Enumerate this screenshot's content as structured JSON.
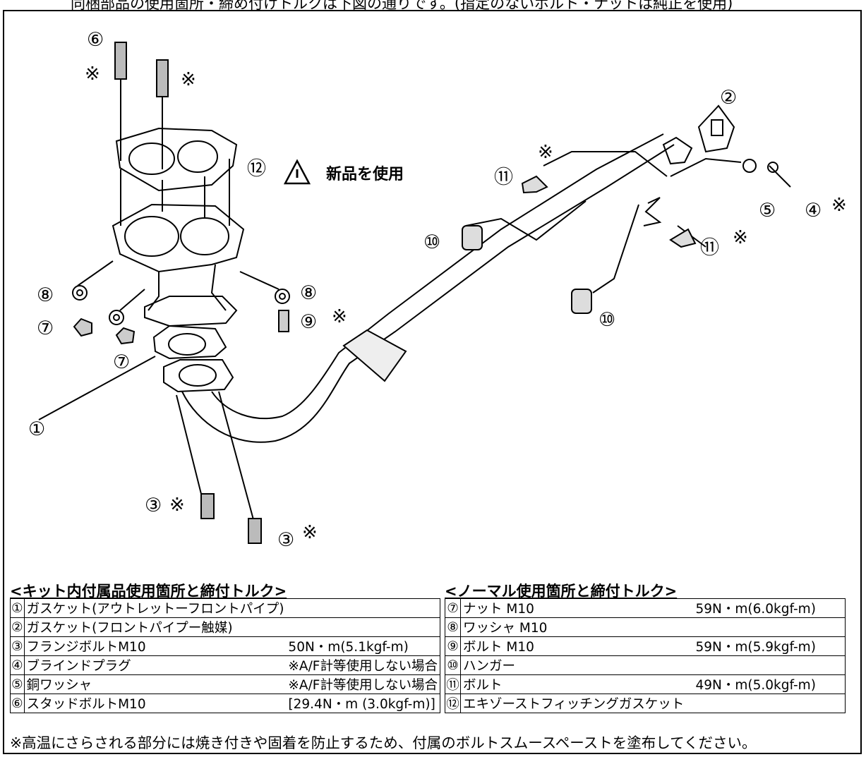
{
  "header": {
    "text": "同梱部品の使用箇所・締め付けトルクは下図の通りです。(指定のないボルト・ナットは純正を使用)"
  },
  "diagram": {
    "callouts": {
      "c1": "①",
      "c2": "②",
      "c3a": "③",
      "c3b": "③",
      "c4": "④",
      "c5": "⑤",
      "c6": "⑥",
      "c7a": "⑦",
      "c7b": "⑦",
      "c8a": "⑧",
      "c8b": "⑧",
      "c9": "⑨",
      "c10a": "⑩",
      "c10b": "⑩",
      "c11a": "⑪",
      "c11b": "⑪",
      "c12": "⑫"
    },
    "mark": "※",
    "new_part_notice": "新品を使用"
  },
  "kit_table": {
    "title": "<キット内付属品使用箇所と締付トルク>",
    "rows": [
      {
        "no": "①",
        "name": "ガスケット(アウトレットーフロントパイプ)",
        "spec": ""
      },
      {
        "no": "②",
        "name": "ガスケット(フロントパイプー触媒)",
        "spec": ""
      },
      {
        "no": "③",
        "name": "フランジボルトM10",
        "spec": "50N・m(5.1kgf-m)"
      },
      {
        "no": "④",
        "name": "ブラインドプラグ",
        "spec": "※A/F計等使用しない場合"
      },
      {
        "no": "⑤",
        "name": "銅ワッシャ",
        "spec": "※A/F計等使用しない場合"
      },
      {
        "no": "⑥",
        "name": "スタッドボルトM10",
        "spec": "[29.4N・m (3.0kgf-m)]"
      }
    ]
  },
  "normal_table": {
    "title": "<ノーマル使用箇所と締付トルク>",
    "rows": [
      {
        "no": "⑦",
        "name": "ナット M10",
        "spec": "59N・m(6.0kgf-m)"
      },
      {
        "no": "⑧",
        "name": "ワッシャ M10",
        "spec": ""
      },
      {
        "no": "⑨",
        "name": "ボルト M10",
        "spec": "59N・m(5.9kgf-m)"
      },
      {
        "no": "⑩",
        "name": "ハンガー",
        "spec": ""
      },
      {
        "no": "⑪",
        "name": "ボルト",
        "spec": "49N・m(5.0kgf-m)"
      },
      {
        "no": "⑫",
        "name": "エキゾーストフィッチングガスケット",
        "spec": ""
      }
    ]
  },
  "footnote": "※高温にさらされる部分には焼き付きや固着を防止するため、付属のボルトスムースペーストを塗布してください。"
}
